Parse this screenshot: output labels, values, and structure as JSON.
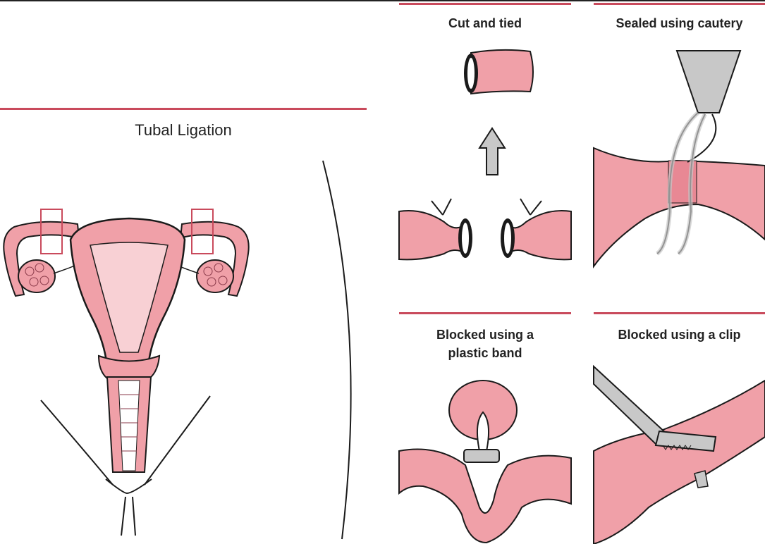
{
  "main": {
    "title": "Tubal Ligation"
  },
  "panels": {
    "cut": {
      "title": "Cut and tied"
    },
    "cautery": {
      "title": "Sealed using cautery"
    },
    "band": {
      "title": "Blocked using a plastic band"
    },
    "clip": {
      "title": "Blocked using a clip"
    }
  },
  "colors": {
    "tissue": "#f0a0a8",
    "accent": "#c94a5c",
    "outline": "#1a1a1a",
    "tool": "#c8c8c8"
  }
}
